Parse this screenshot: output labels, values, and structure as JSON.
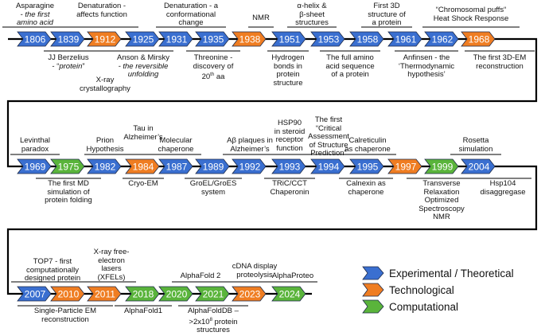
{
  "colors": {
    "experimental": "#3a6fd0",
    "technological": "#ef7d22",
    "computational": "#5ab43b",
    "line": "#000000"
  },
  "legend": [
    {
      "type": "experimental",
      "label": "Experimental / Theoretical"
    },
    {
      "type": "technological",
      "label": "Technological"
    },
    {
      "type": "computational",
      "label": "Computational"
    }
  ],
  "rows": [
    {
      "events": [
        {
          "year": "1806",
          "type": "experimental",
          "label": "Asparagine - the first amino acid",
          "pos": "top"
        },
        {
          "year": "1839",
          "type": "experimental",
          "label": "JJ Berzelius - “protein”",
          "pos": "bottom"
        },
        {
          "year": "1912",
          "type": "technological",
          "label": "X-ray crystallography",
          "pos": "bottom"
        },
        {
          "year": "1925",
          "type": "experimental",
          "label": "Anson & Mirsky - the reversible unfolding",
          "pos": "bottom"
        },
        {
          "year": "1931",
          "type": "experimental",
          "label": "Denaturation - a conformational change",
          "pos": "top"
        },
        {
          "year": "1935",
          "type": "experimental",
          "label": "Threonine - discovery of 20th aa",
          "pos": "bottom"
        },
        {
          "year": "1938",
          "type": "technological",
          "label": "NMR",
          "pos": "top"
        },
        {
          "year": "1951",
          "type": "experimental",
          "label": "α-helix & β-sheet structures",
          "pos": "top"
        },
        {
          "year": "1953",
          "type": "experimental",
          "label": "The full amino acid sequence of a protein",
          "pos": "bottom"
        },
        {
          "year": "1958",
          "type": "experimental",
          "label": "First 3D structure of a protein",
          "pos": "top"
        },
        {
          "year": "1961",
          "type": "experimental",
          "label": "Anfinsen - the ‘Thermodynamic hypothesis’",
          "pos": "bottom"
        },
        {
          "year": "1962",
          "type": "experimental",
          "label": "“Chromosomal puffs“ Heat Shock Response",
          "pos": "top"
        },
        {
          "year": "1968",
          "type": "technological",
          "label": "The first 3D-EM reconstruction",
          "pos": "bottom"
        }
      ],
      "extra_labels": [
        {
          "label": "Denaturation - affects function",
          "pos": "top"
        },
        {
          "label": "Hydrogen bonds in protein structure",
          "pos": "bottom"
        }
      ]
    },
    {
      "events": [
        {
          "year": "1969",
          "type": "experimental",
          "label": "Levinthal paradox",
          "pos": "top"
        },
        {
          "year": "1975",
          "type": "computational",
          "label": "The first MD simulation of protein folding",
          "pos": "bottom"
        },
        {
          "year": "1982",
          "type": "experimental",
          "label": "Prion Hypothesis",
          "pos": "top"
        },
        {
          "year": "1984",
          "type": "technological",
          "label": "Tau in Alzheimer’s",
          "pos": "top"
        },
        {
          "year": "1987",
          "type": "experimental",
          "label": "Molecular chaperone",
          "pos": "top"
        },
        {
          "year": "1989",
          "type": "experimental",
          "label": "GroEL/GroES system",
          "pos": "bottom"
        },
        {
          "year": "1992",
          "type": "experimental",
          "label": "Aβ plaques in Alzheimer’s",
          "pos": "top"
        },
        {
          "year": "1993",
          "type": "experimental",
          "label": "HSP90 in steroid receptor function",
          "pos": "top"
        },
        {
          "year": "1994",
          "type": "experimental",
          "label": "The first “Critical Assessment of Structure Prediction”",
          "pos": "top"
        },
        {
          "year": "1995",
          "type": "experimental",
          "label": "Calreticulin as chaperone",
          "pos": "top"
        },
        {
          "year": "1997",
          "type": "technological",
          "label": "Transverse Relaxation Optimized Spectroscopy NMR",
          "pos": "bottom"
        },
        {
          "year": "1999",
          "type": "computational",
          "label": "Rosetta simulation",
          "pos": "top"
        },
        {
          "year": "2004",
          "type": "experimental",
          "label": "Hsp104 disaggregase",
          "pos": "bottom"
        }
      ],
      "extra_labels": [
        {
          "label": "Cryo-EM",
          "pos": "bottom"
        },
        {
          "label": "TRiC/CCT Chaperonin",
          "pos": "bottom"
        },
        {
          "label": "Calnexin as chaperone",
          "pos": "bottom"
        }
      ]
    },
    {
      "events": [
        {
          "year": "2007",
          "type": "experimental",
          "label": "TOP7 - first computationally designed protein",
          "pos": "top"
        },
        {
          "year": "2010",
          "type": "technological",
          "label": "Single-Particle EM reconstruction",
          "pos": "bottom"
        },
        {
          "year": "2011",
          "type": "technological",
          "label": "X-ray free-electron lasers (XFELs)",
          "pos": "top"
        },
        {
          "year": "2018",
          "type": "computational",
          "label": "AlphaFold1",
          "pos": "bottom"
        },
        {
          "year": "2020",
          "type": "computational",
          "label": "AlphaFold 2",
          "pos": "top"
        },
        {
          "year": "2021",
          "type": "computational",
          "label": "AlphaFoldDB – >2x10⁸ protein structures",
          "pos": "bottom"
        },
        {
          "year": "2023",
          "type": "technological",
          "label": "cDNA display proteolysis",
          "pos": "top"
        },
        {
          "year": "2024",
          "type": "computational",
          "label": "AlphaProteo",
          "pos": "top"
        }
      ],
      "extra_labels": []
    }
  ]
}
